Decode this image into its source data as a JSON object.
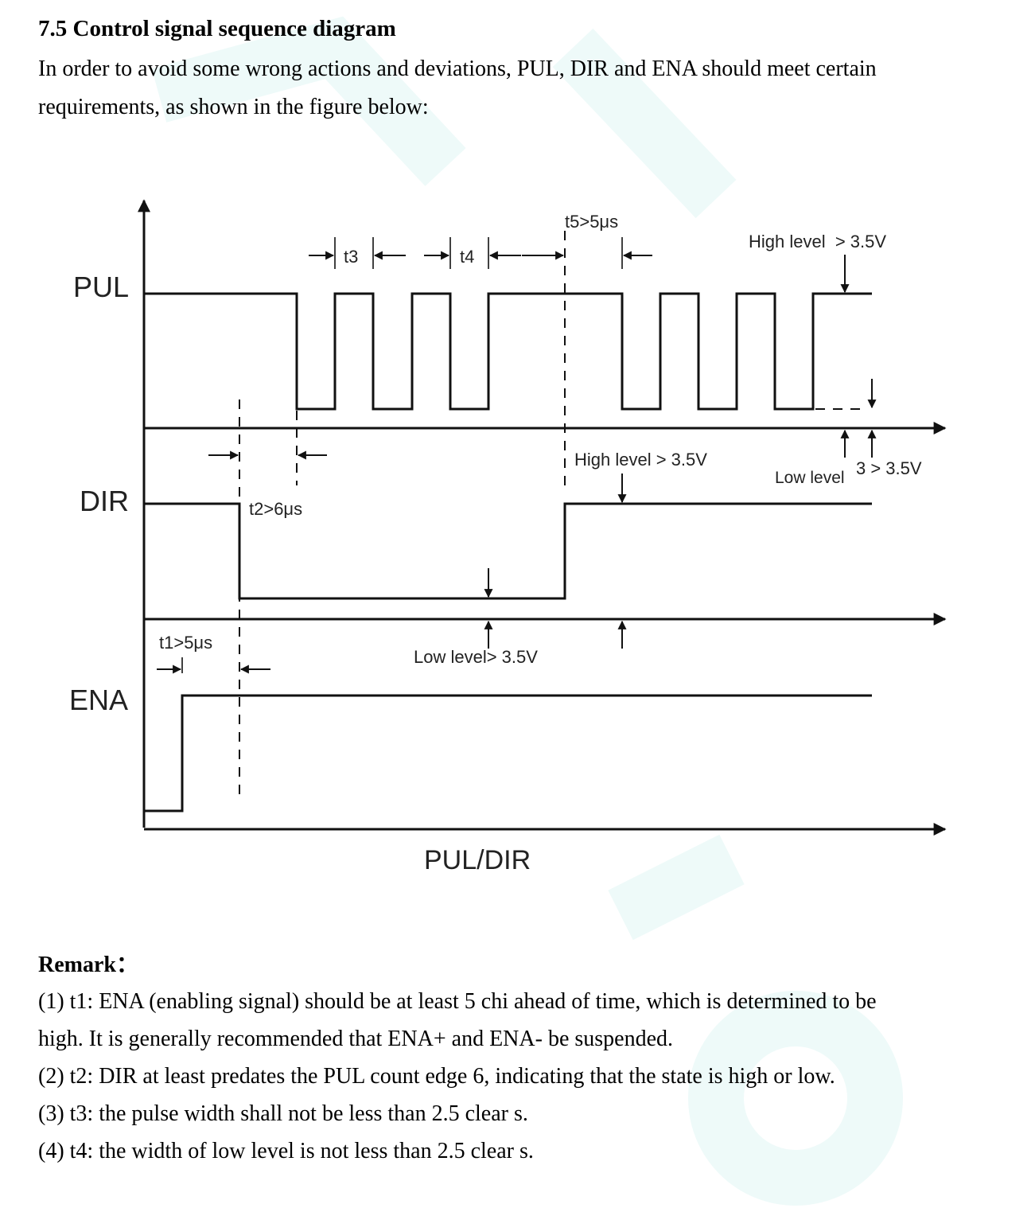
{
  "section": {
    "title": "7.5 Control signal sequence diagram",
    "intro_line1": "In order to avoid some wrong actions and deviations, PUL, DIR and ENA should meet certain",
    "intro_line2": "requirements, as shown in the figure below:"
  },
  "diagram": {
    "signals": {
      "pul": "PUL",
      "dir": "DIR",
      "ena": "ENA"
    },
    "x_label": "PUL/DIR",
    "timing": {
      "t1": "t1>5μs",
      "t2": "t2>6μs",
      "t3": "t3",
      "t4": "t4",
      "t5": "t5>5μs"
    },
    "levels": {
      "pul_high": "High level  > 3.5V",
      "pul_low_prefix": "Low level",
      "pul_low_suffix": "3 > 3.5V",
      "dir_high": "High level > 3.5V",
      "dir_low": "Low level> 3.5V"
    }
  },
  "remark": {
    "title": "Remark：",
    "items": [
      "(1) t1: ENA (enabling signal) should be at least 5 chi ahead of time, which is determined to be",
      "high. It is generally recommended that ENA+ and ENA- be suspended.",
      "(2) t2: DIR at least predates the PUL count edge 6, indicating that the state is high or low.",
      "(3) t3: the pulse width shall not be less than 2.5 clear s.",
      "(4) t4: the width of low level is not less than 2.5 clear s."
    ]
  }
}
